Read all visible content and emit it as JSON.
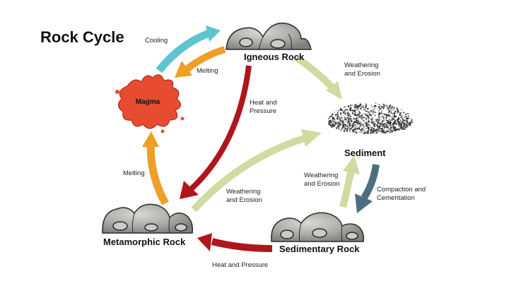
{
  "title": "Rock Cycle",
  "nodes": {
    "igneous": "Igneous Rock",
    "magma": "Magma",
    "sediment": "Sediment",
    "metamorphic": "Metamorphic Rock",
    "sedimentary": "Sedimentary Rock"
  },
  "edges": {
    "cooling": [
      "Cooling"
    ],
    "melting_top": [
      "Melting"
    ],
    "melting_left": [
      "Melting"
    ],
    "heat_pressure_center": [
      "Heat and",
      "Pressure"
    ],
    "weathering_top": [
      "Weathering",
      "and Erosion"
    ],
    "weathering_center": [
      "Weathering",
      "and Erosion"
    ],
    "weathering_right": [
      "Weathering",
      "and Erosion"
    ],
    "compaction": [
      "Compaction and",
      "Cementation"
    ],
    "heat_pressure_bottom": [
      "Heat and Pressure"
    ]
  },
  "colors": {
    "cooling": "#5cc5cf",
    "melting": "#ef9e27",
    "heat_pressure": "#b0151c",
    "weathering": "#cfdba0",
    "compaction": "#4d6f7d",
    "magma": "#e74c31",
    "rock": "#9ea19d"
  }
}
